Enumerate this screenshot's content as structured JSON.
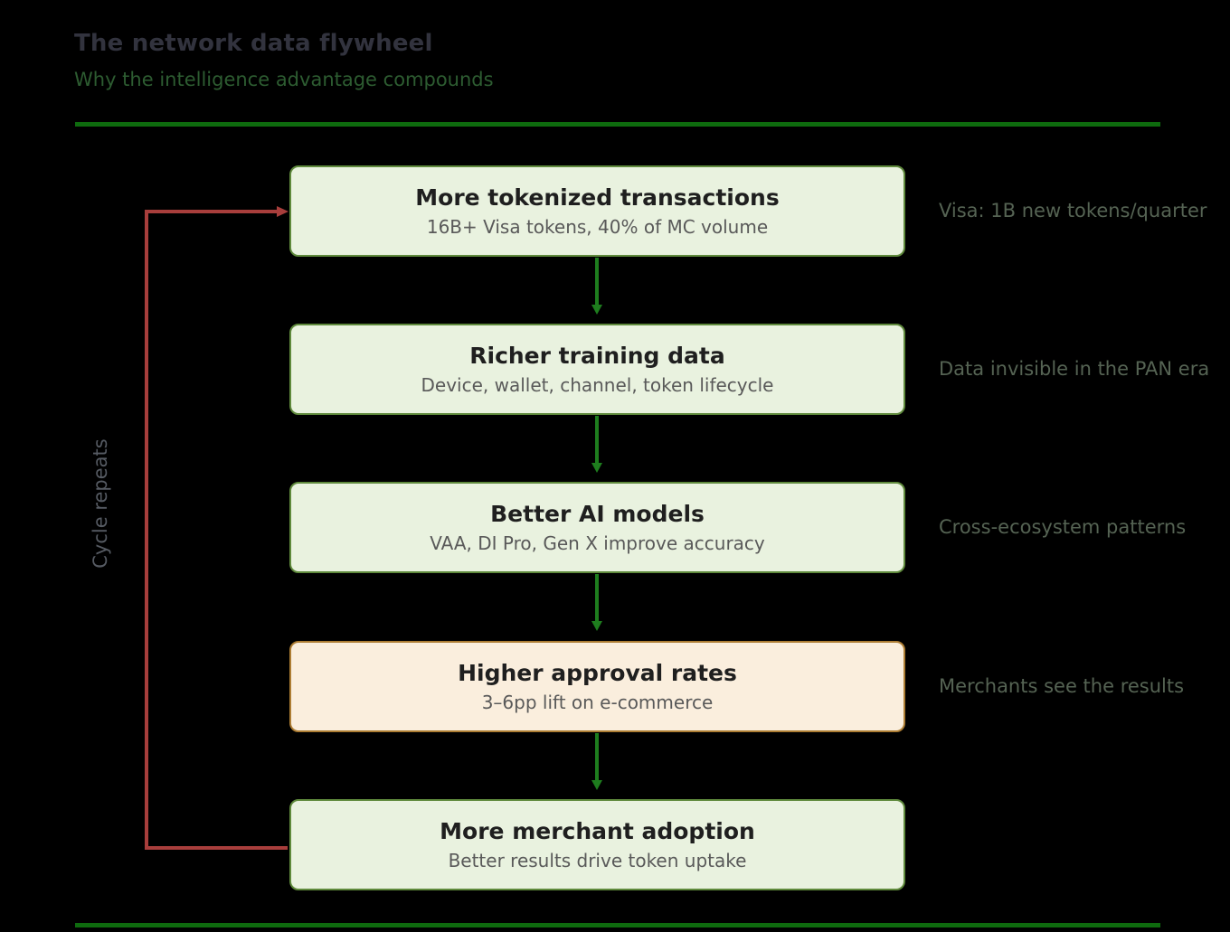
{
  "header": {
    "title": "The network data flywheel",
    "subtitle": "Why the intelligence advantage compounds"
  },
  "cycle_label": "Cycle repeats",
  "boxes": [
    {
      "title": "More tokenized transactions",
      "subtitle": "16B+ Visa tokens, 40% of MC volume",
      "note": "Visa: 1B new tokens/quarter",
      "variant": "green"
    },
    {
      "title": "Richer training data",
      "subtitle": "Device, wallet, channel, token lifecycle",
      "note": "Data invisible in the PAN era",
      "variant": "green"
    },
    {
      "title": "Better AI models",
      "subtitle": "VAA, DI Pro, Gen X improve accuracy",
      "note": "Cross-ecosystem patterns",
      "variant": "green"
    },
    {
      "title": "Higher approval rates",
      "subtitle": "3–6pp lift on e-commerce",
      "note": "Merchants see the results",
      "variant": "orange"
    },
    {
      "title": "More merchant adoption",
      "subtitle": "Better results drive token uptake",
      "note": "",
      "variant": "green"
    }
  ],
  "colors": {
    "background": "#000000",
    "accent_green": "#0e6b0e",
    "arrow_green": "#1e7d1e",
    "cycle_red": "#a83e3c",
    "box_green_fill": "#e9f2df",
    "box_green_border": "#5f8a3c",
    "box_orange_fill": "#faeedd",
    "box_orange_border": "#ad7d33",
    "title_color": "#32333e",
    "subtitle_color": "#2d5c31",
    "note_color": "#556353",
    "box_title_color": "#1f1f1f",
    "box_subtitle_color": "#595959",
    "cycle_label_color": "#565b63"
  }
}
